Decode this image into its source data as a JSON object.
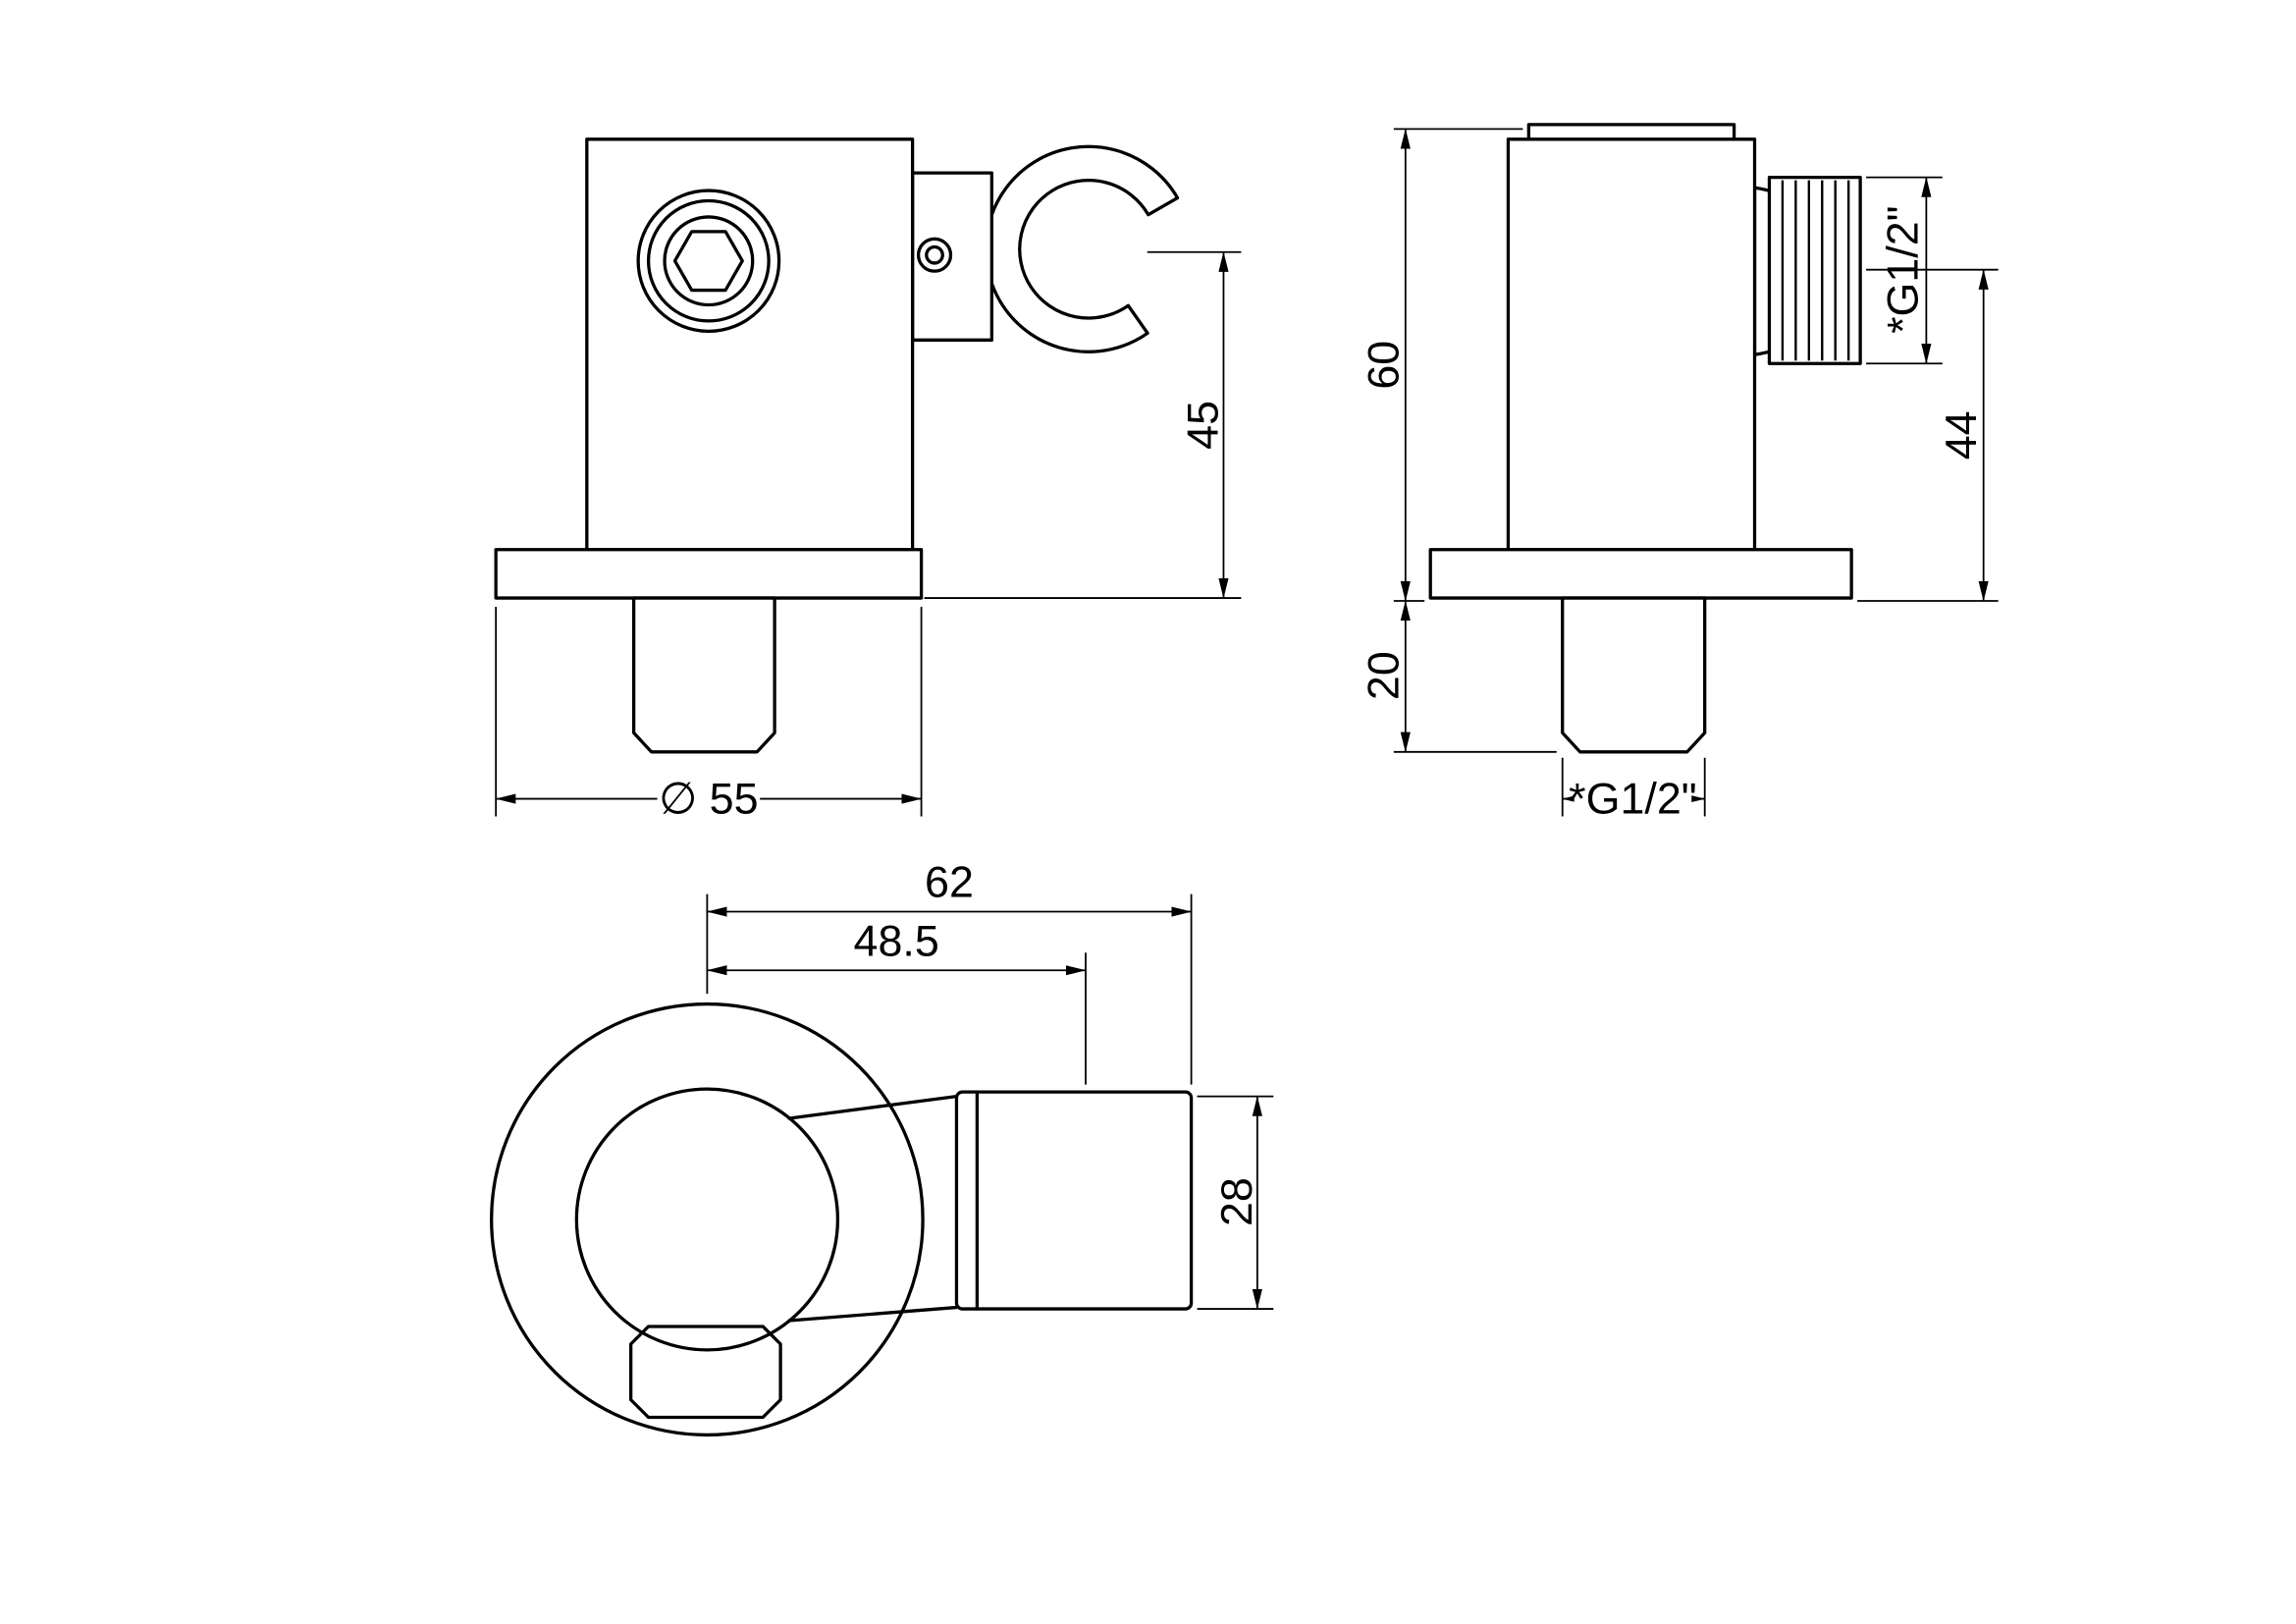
{
  "drawing": {
    "kind": "technical-dimension-drawing",
    "part": "shower-holder-wall-elbow",
    "colors": {
      "line": "#000000",
      "background": "#ffffff"
    }
  },
  "views": {
    "front": {
      "dim_45": "45",
      "dim_dia": "∅ 55"
    },
    "side": {
      "dim_60": "60",
      "dim_20": "20",
      "dim_g12_outlet": "*G1/2\"",
      "dim_44": "44",
      "dim_g12_stub": "*G1/2\""
    },
    "top": {
      "dim_62": "62",
      "dim_485": "48.5",
      "dim_28": "28"
    }
  }
}
